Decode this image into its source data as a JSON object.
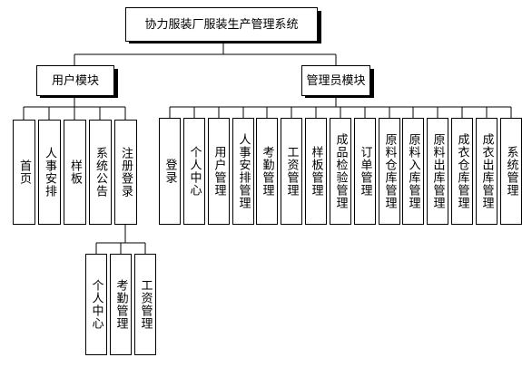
{
  "root": {
    "label": "协力服装厂服装生产管理系统"
  },
  "user_module": {
    "label": "用户模块",
    "children": [
      "首页",
      "人事安排",
      "样板",
      "系统公告",
      "注册登录"
    ],
    "register_children": [
      "个人中心",
      "考勤管理",
      "工资管理"
    ]
  },
  "admin_module": {
    "label": "管理员模块",
    "children": [
      "登录",
      "个人中心",
      "用户管理",
      "人事安排管理",
      "考勤管理",
      "工资管理",
      "样板管理",
      "成品检验管理",
      "订单管理",
      "原料仓库管理",
      "原料入库管理",
      "原料出库管理",
      "成衣仓库管理",
      "成衣出库管理",
      "系统管理"
    ]
  }
}
